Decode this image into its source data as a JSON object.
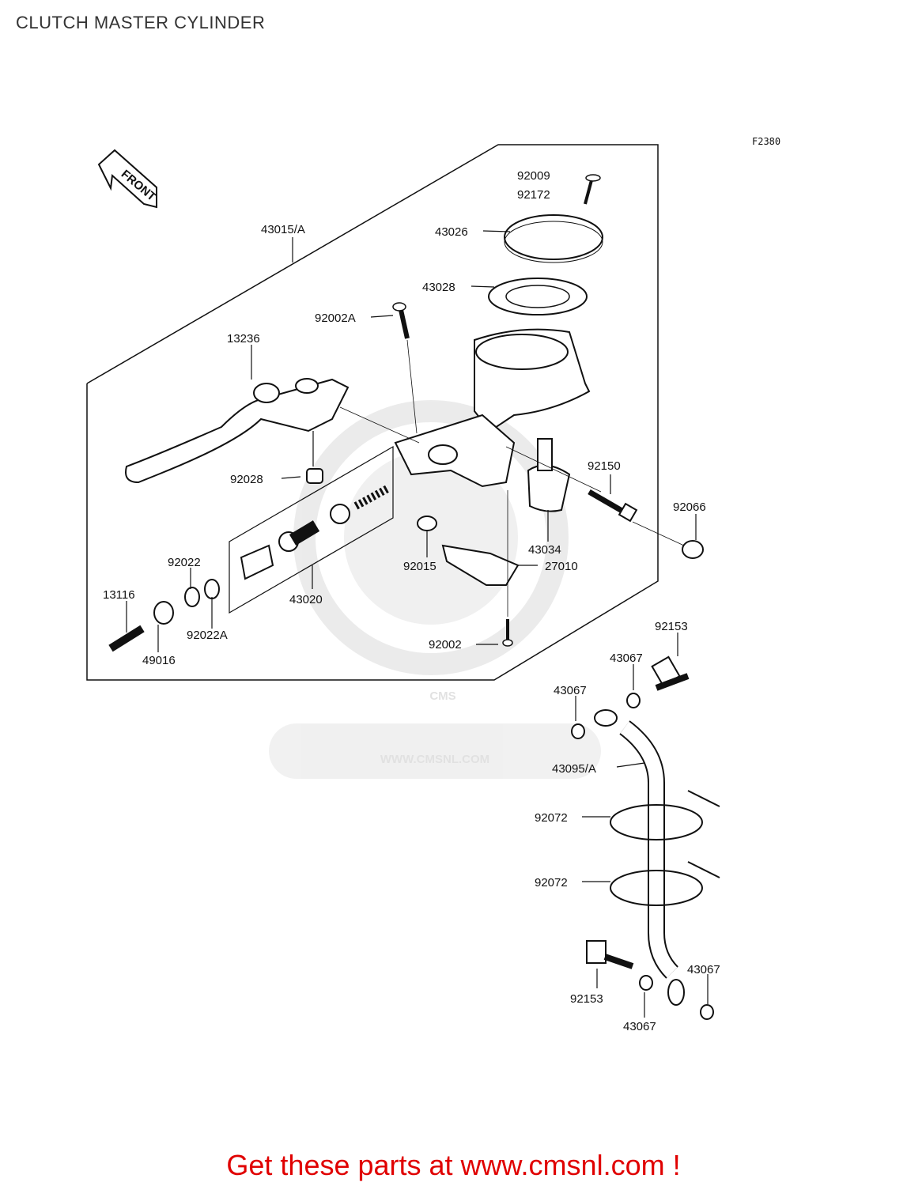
{
  "title": "CLUTCH MASTER CYLINDER",
  "figure_code": "F2380",
  "front_label": "FRONT",
  "watermark": {
    "site": "WWW.CMSNL.COM",
    "logo": "CMS"
  },
  "parts": [
    {
      "id": "p92009",
      "num": "92009"
    },
    {
      "id": "p92172",
      "num": "92172"
    },
    {
      "id": "p43015",
      "num": "43015/A"
    },
    {
      "id": "p43026",
      "num": "43026"
    },
    {
      "id": "p43028",
      "num": "43028"
    },
    {
      "id": "p92002a",
      "num": "92002A"
    },
    {
      "id": "p13236",
      "num": "13236"
    },
    {
      "id": "p92150",
      "num": "92150"
    },
    {
      "id": "p92066",
      "num": "92066"
    },
    {
      "id": "p92028",
      "num": "92028"
    },
    {
      "id": "p43034",
      "num": "43034"
    },
    {
      "id": "p92015",
      "num": "92015"
    },
    {
      "id": "p27010",
      "num": "27010"
    },
    {
      "id": "p92022",
      "num": "92022"
    },
    {
      "id": "p43020",
      "num": "43020"
    },
    {
      "id": "p13116",
      "num": "13116"
    },
    {
      "id": "p92022a",
      "num": "92022A"
    },
    {
      "id": "p49016",
      "num": "49016"
    },
    {
      "id": "p92153a",
      "num": "92153"
    },
    {
      "id": "p92002",
      "num": "92002"
    },
    {
      "id": "p43067a",
      "num": "43067"
    },
    {
      "id": "p43067b",
      "num": "43067"
    },
    {
      "id": "p43095",
      "num": "43095/A"
    },
    {
      "id": "p92072a",
      "num": "92072"
    },
    {
      "id": "p92072b",
      "num": "92072"
    },
    {
      "id": "p43067c",
      "num": "43067"
    },
    {
      "id": "p92153b",
      "num": "92153"
    },
    {
      "id": "p43067d",
      "num": "43067"
    }
  ],
  "footer": "Get these parts at www.cmsnl.com !"
}
